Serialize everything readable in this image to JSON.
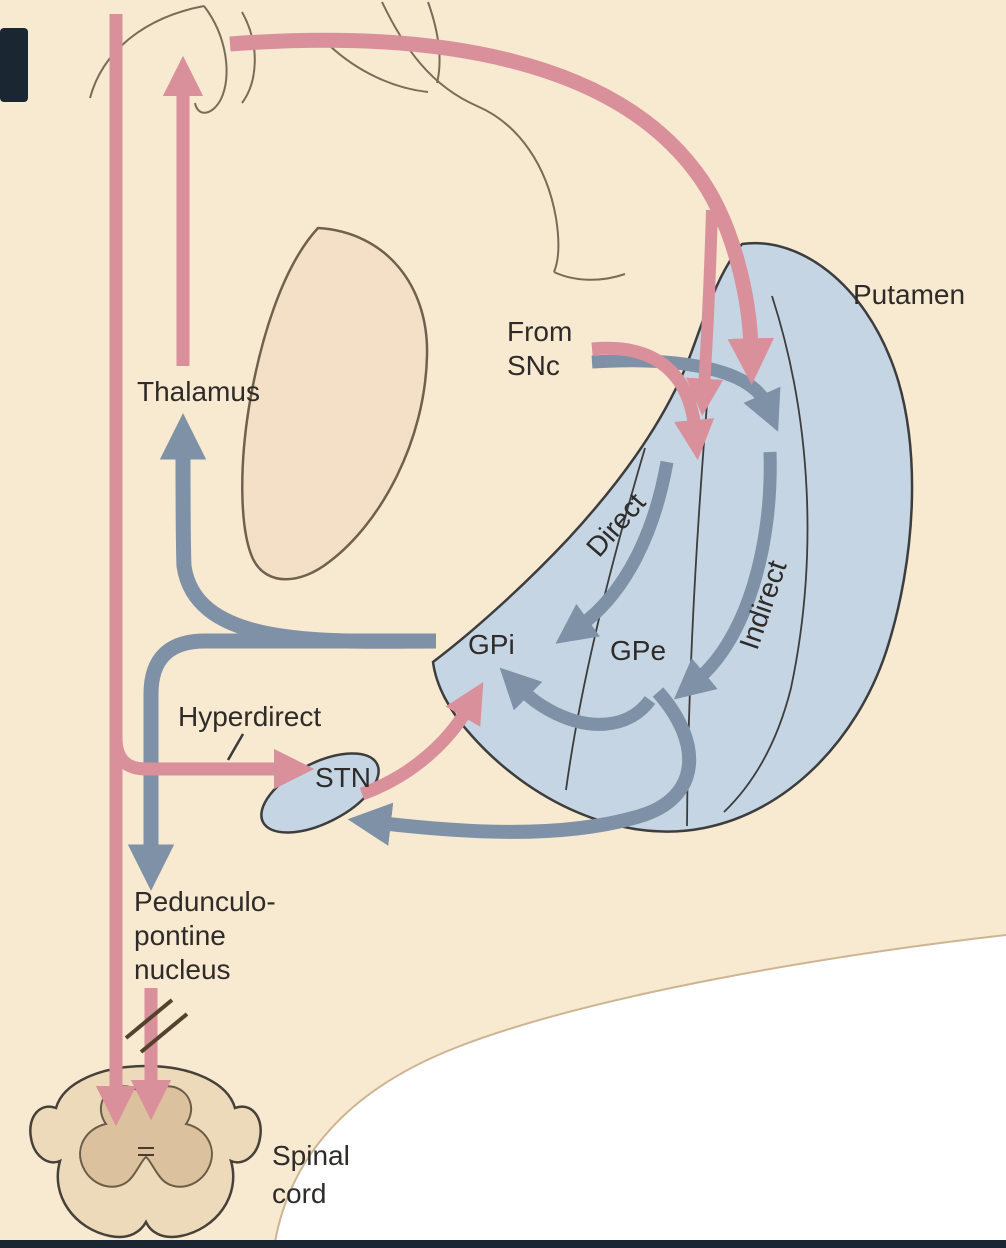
{
  "figure": {
    "labels": {
      "thalamus": "Thalamus",
      "from_snc_line1": "From",
      "from_snc_line2": "SNc",
      "putamen": "Putamen",
      "direct": "Direct",
      "indirect": "Indirect",
      "gpi": "GPi",
      "gpe": "GPe",
      "hyperdirect": "Hyperdirect",
      "stn": "STN",
      "ppn_line1": "Pedunculo-",
      "ppn_line2": "pontine",
      "ppn_line3": "nucleus",
      "spinal_line1": "Spinal",
      "spinal_line2": "cord"
    },
    "colors": {
      "canvas": "#ffffff",
      "brain_fill": "#f8e9d1",
      "thalamus_region_fill": "#f3e0c6",
      "nucleus_fill": "#c5d5e3",
      "excitatory_pathway": "#d9909b",
      "inhibitory_pathway": "#7e91a6",
      "spinal_cord_fill": "#eddaba",
      "spinal_gray_matter": "#dcc19e",
      "outline": "#3d3d3d",
      "ui_dark": "#1a2631"
    }
  }
}
